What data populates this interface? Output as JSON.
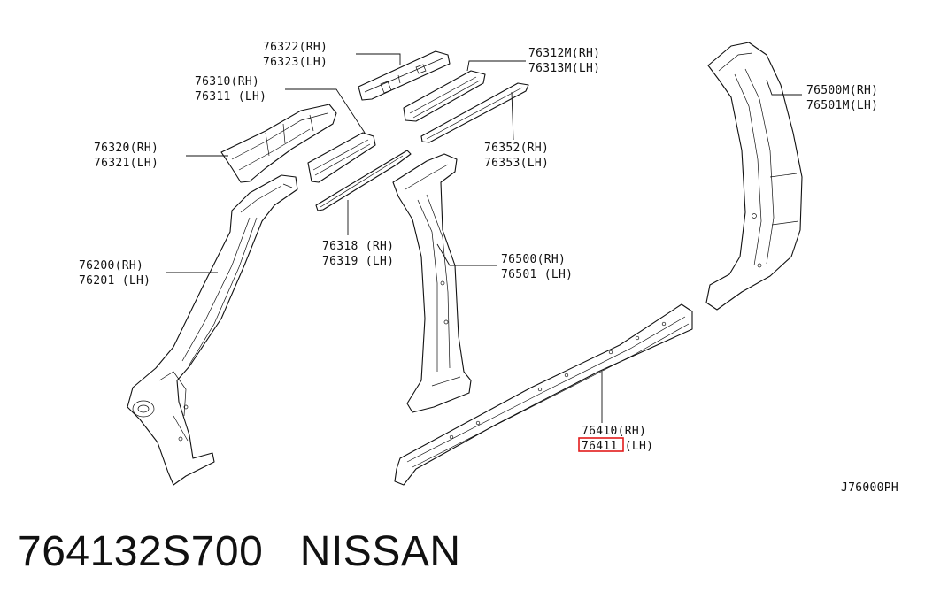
{
  "callouts": [
    {
      "id": "c76322",
      "rh": "76322(RH)",
      "lh": "76323(LH)"
    },
    {
      "id": "c76312",
      "rh": "76312M(RH)",
      "lh": "76313M(LH)"
    },
    {
      "id": "c76310",
      "rh": "76310(RH)",
      "lh": "76311 (LH)"
    },
    {
      "id": "c76320",
      "rh": "76320(RH)",
      "lh": "76321(LH)"
    },
    {
      "id": "c76352",
      "rh": "76352(RH)",
      "lh": "76353(LH)"
    },
    {
      "id": "c76500m",
      "rh": "76500M(RH)",
      "lh": "76501M(LH)"
    },
    {
      "id": "c76318",
      "rh": "76318 (RH)",
      "lh": "76319 (LH)"
    },
    {
      "id": "c76200",
      "rh": "76200(RH)",
      "lh": "76201 (LH)"
    },
    {
      "id": "c76500",
      "rh": "76500(RH)",
      "lh": "76501 (LH)"
    },
    {
      "id": "c76410",
      "rh": "76410(RH)",
      "lh": "76411 (LH)"
    }
  ],
  "diagram_code": "J76000PH",
  "caption": {
    "part_number": "764132S700",
    "brand": "NISSAN"
  },
  "highlight_color": "#e21b1b"
}
